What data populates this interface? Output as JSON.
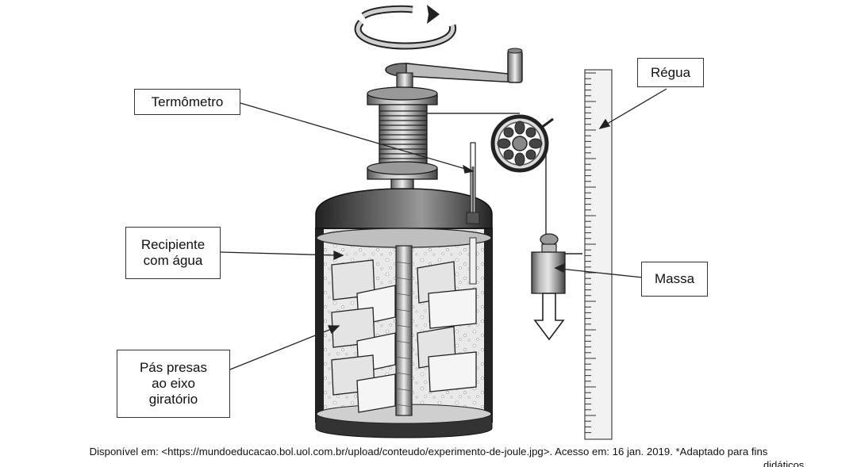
{
  "labels": {
    "regua": "Régua",
    "termometro": "Termômetro",
    "recipiente_line1": "Recipiente",
    "recipiente_line2": "com água",
    "massa": "Massa",
    "pas_line1": "Pás presas",
    "pas_line2": "ao eixo",
    "pas_line3": "giratório"
  },
  "caption": "Disponível em: <https://mundoeducacao.bol.uol.com.br/upload/conteudo/experimento-de-joule.jpg>. Acesso em: 16 jan. 2019. *Adaptado para fins",
  "caption_continuation": "didáticos",
  "icons": {
    "rotation": "rotation-arrow-icon",
    "down": "down-arrow-icon"
  },
  "colors": {
    "ink": "#333333",
    "metal_dark": "#3a3a3a",
    "metal_light": "#d9d9d9",
    "water": "#e8e8e8"
  }
}
